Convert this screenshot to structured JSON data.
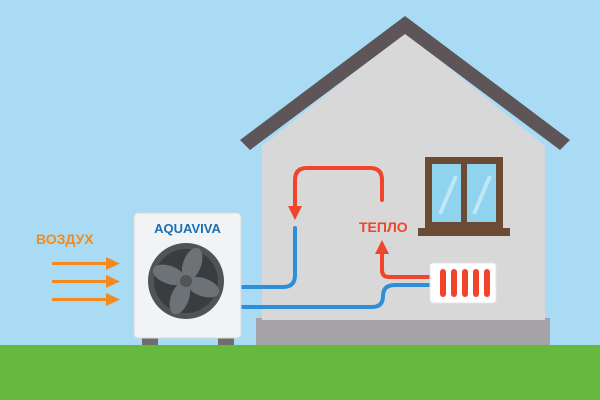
{
  "brand": {
    "name": "AQUAVIVA"
  },
  "labels": {
    "air": "ВОЗДУХ",
    "heat": "ТЕПЛО"
  },
  "icons": {
    "fan": "fan-icon",
    "window": "window-icon",
    "radiator": "radiator-icon",
    "arrows": "air-arrow-icon"
  },
  "colors": {
    "sky": "#a9dcf4",
    "grass": "#66b93f",
    "house_wall": "#d9d8d9",
    "roof": "#5d5557",
    "foundation": "#a6a3a6",
    "unit_body": "#f1f3f5",
    "fan": "#505457",
    "brand_text": "#1b6fb3",
    "cold_pipe": "#2f8ed8",
    "hot_pipe": "#f0452c",
    "air_arrows": "#f28a1e",
    "window_frame": "#6b4b33",
    "window_glass": "#8fd3ee"
  }
}
